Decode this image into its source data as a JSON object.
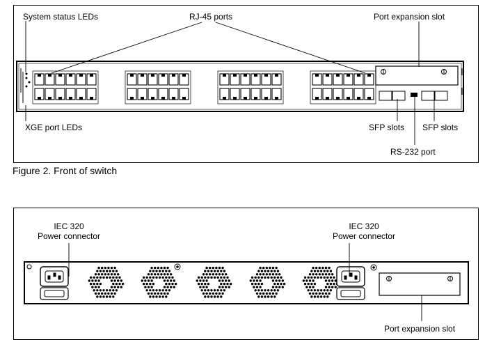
{
  "front": {
    "labels": {
      "system_status_leds": "System status LEDs",
      "rj45_ports": "RJ-45 ports",
      "port_expansion_slot": "Port expansion slot",
      "xge_port_leds": "XGE port LEDs",
      "sfp_slots_left": "SFP slots",
      "sfp_slots_right": "SFP slots",
      "rs232_port": "RS-232 port"
    }
  },
  "caption": "Figure 2. Front of switch",
  "rear": {
    "labels": {
      "iec_left_line1": "IEC 320",
      "iec_left_line2": "Power connector",
      "iec_right_line1": "IEC 320",
      "iec_right_line2": "Power connector",
      "port_expansion_slot": "Port expansion slot"
    }
  }
}
